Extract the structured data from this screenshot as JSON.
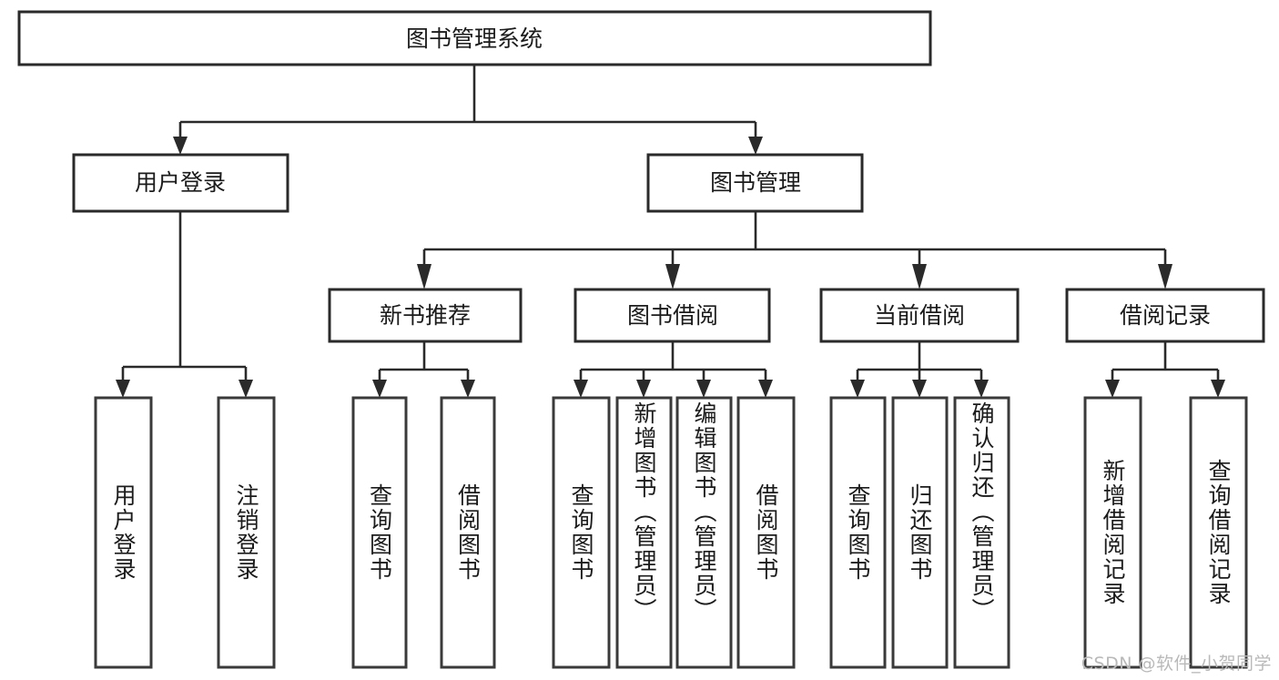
{
  "diagram": {
    "type": "tree-hierarchy",
    "title": "图书管理系统",
    "orientation": "top-down",
    "colors": {
      "box_stroke": "#2a2a2a",
      "box_fill": "#ffffff",
      "connector": "#2a2a2a",
      "text": "#1b1b1b",
      "watermark": "#b9b9b9",
      "background": "#ffffff"
    },
    "root": {
      "label": "图书管理系统"
    },
    "level2": [
      {
        "label": "用户登录"
      },
      {
        "label": "图书管理"
      }
    ],
    "level3": [
      {
        "label": "新书推荐"
      },
      {
        "label": "图书借阅"
      },
      {
        "label": "当前借阅"
      },
      {
        "label": "借阅记录"
      }
    ],
    "leaves": {
      "user_login": [
        {
          "label": "用户登录"
        },
        {
          "label": "注销登录"
        }
      ],
      "new_book_recommend": [
        {
          "label": "查询图书"
        },
        {
          "label": "借阅图书"
        }
      ],
      "book_borrow": [
        {
          "label": "查询图书"
        },
        {
          "label": "新增图书（管理员）"
        },
        {
          "label": "编辑图书（管理员）"
        },
        {
          "label": "借阅图书"
        }
      ],
      "current_borrow": [
        {
          "label": "查询图书"
        },
        {
          "label": "归还图书"
        },
        {
          "label": "确认归还（管理员）"
        }
      ],
      "borrow_record": [
        {
          "label": "新增借阅记录"
        },
        {
          "label": "查询借阅记录"
        }
      ]
    },
    "watermark": "CSDN @软件_小贺同学"
  }
}
